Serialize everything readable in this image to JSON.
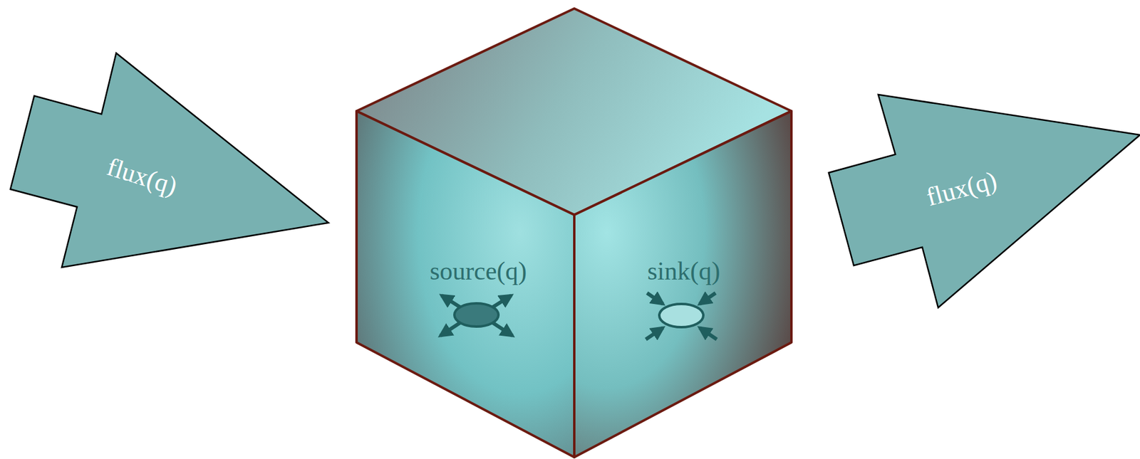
{
  "diagram": {
    "nodes": [
      {
        "text": [
          "flux(q)"
        ]
      },
      {
        "text": [
          "source(q)"
        ]
      },
      {
        "text": [
          "sink(q)"
        ]
      },
      {
        "text": [
          "flux(q)"
        ]
      }
    ]
  }
}
